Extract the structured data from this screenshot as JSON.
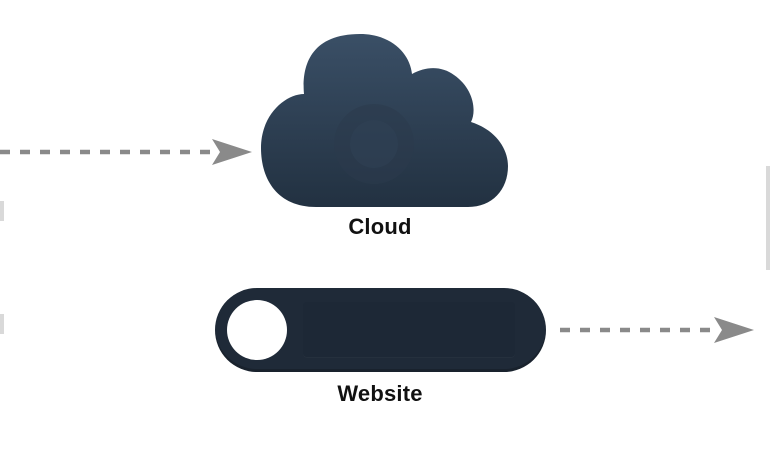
{
  "diagram": {
    "cloud": {
      "label": "Cloud",
      "icon": "cloud-icon",
      "color": "#2f4258"
    },
    "website": {
      "label": "Website",
      "icon": "toggle-icon",
      "color": "#1f2a38"
    },
    "arrows": [
      {
        "name": "incoming-arrow",
        "style": "dashed",
        "color": "#8a8a8a"
      },
      {
        "name": "outgoing-arrow",
        "style": "dashed",
        "color": "#8a8a8a"
      }
    ]
  }
}
